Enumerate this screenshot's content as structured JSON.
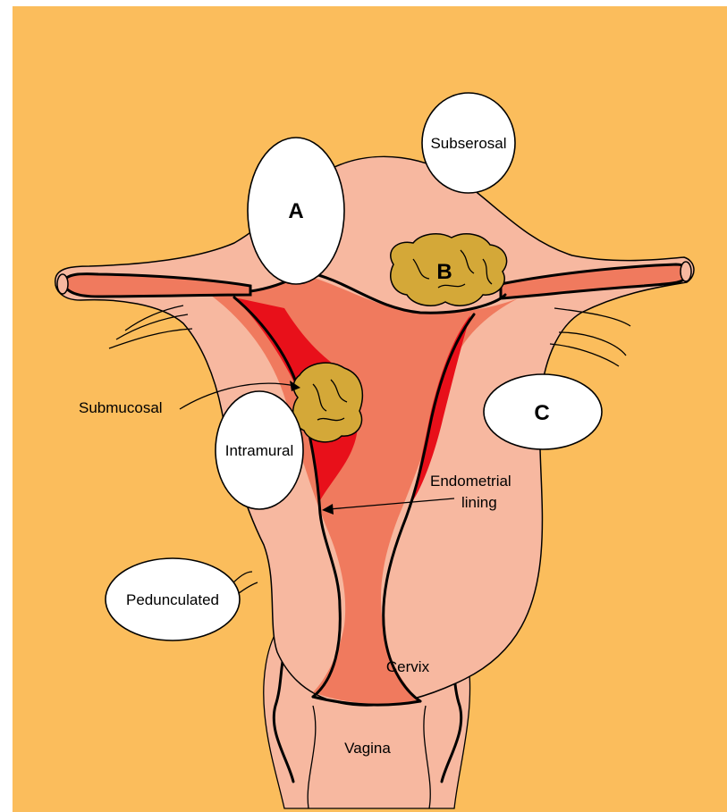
{
  "labels": {
    "subserosal": "Subserosal",
    "a": "A",
    "b": "B",
    "c": "C",
    "submucosal": "Submucosal",
    "intramural": "Intramural",
    "endometrial_line1": "Endometrial",
    "endometrial_line2": "lining",
    "pedunculated": "Pedunculated",
    "cervix": "Cervix",
    "vagina": "Vagina"
  },
  "colors": {
    "background": "#fbbd5c",
    "uterus_wall": "#f7b8a0",
    "cavity": "#f07a5e",
    "endometrium": "#e8101a",
    "fibroid": "#d4a838",
    "label_fill": "#ffffff",
    "outline": "#000000"
  }
}
